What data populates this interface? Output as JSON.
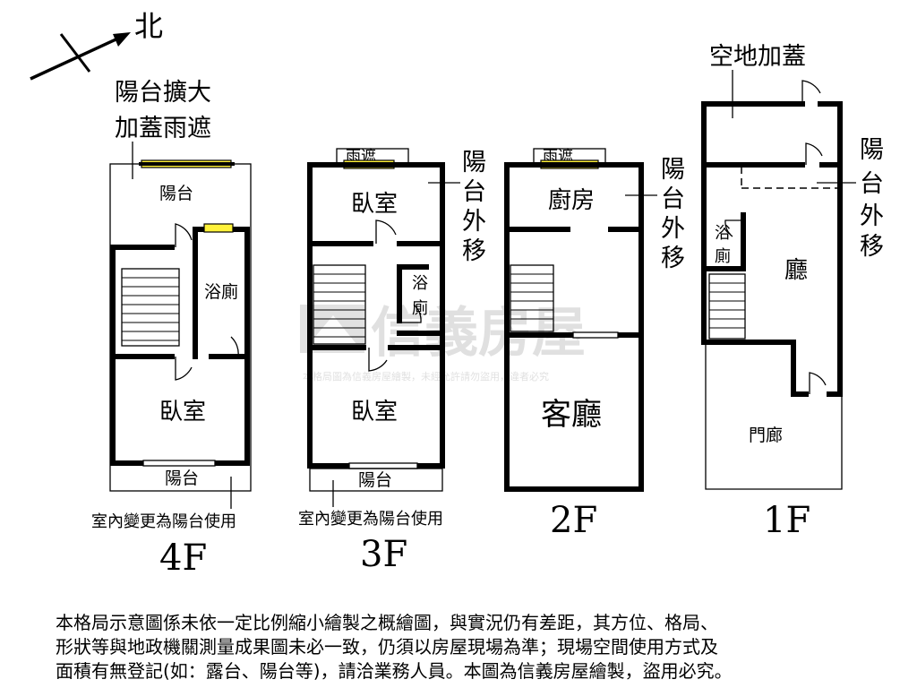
{
  "compass": {
    "label": "北"
  },
  "floors": {
    "f4": {
      "floor_label": "4F",
      "room_balcony_top": "陽台",
      "room_bath": "浴廁",
      "room_bedroom": "臥室",
      "room_balcony_bottom": "陽台",
      "note_enlarged": [
        "陽台擴大",
        "加蓋雨遮"
      ],
      "note_balcony_use": "室內變更為陽台使用"
    },
    "f3": {
      "floor_label": "3F",
      "room_canopy": "雨遮",
      "room_bedroom_top": "臥室",
      "room_bath": [
        "浴",
        "廁"
      ],
      "room_bedroom_bottom": "臥室",
      "room_balcony": "陽台",
      "note_moved": [
        "陽",
        "台",
        "外",
        "移"
      ],
      "note_balcony_use": "室內變更為陽台使用"
    },
    "f2": {
      "floor_label": "2F",
      "room_canopy": "雨遮",
      "room_kitchen": "廚房",
      "room_living": "客廳",
      "note_moved": [
        "陽",
        "台",
        "外",
        "移"
      ]
    },
    "f1": {
      "floor_label": "1F",
      "room_bath": [
        "浴",
        "廁"
      ],
      "room_hall": "廳",
      "room_porch": "門廊",
      "note_extension": "空地加蓋",
      "note_moved": [
        "陽",
        "台",
        "外",
        "移"
      ]
    }
  },
  "watermark": {
    "brand": "信義房屋",
    "notice": "本格局圖為信義房屋繪製，未經允許請勿盜用，違者必究"
  },
  "disclaimer": [
    "本格局示意圖係未依一定比例縮小繪製之概繪圖，與實況仍有差距，其方位、格局、",
    "形狀等與地政機關測量成果圖未必一致，仍須以房屋現場為準；現場空間使用方式及",
    "面積有無登記(如：露台、陽台等)，請洽業務人員。本圖為信義房屋繪製，盜用必究。"
  ]
}
